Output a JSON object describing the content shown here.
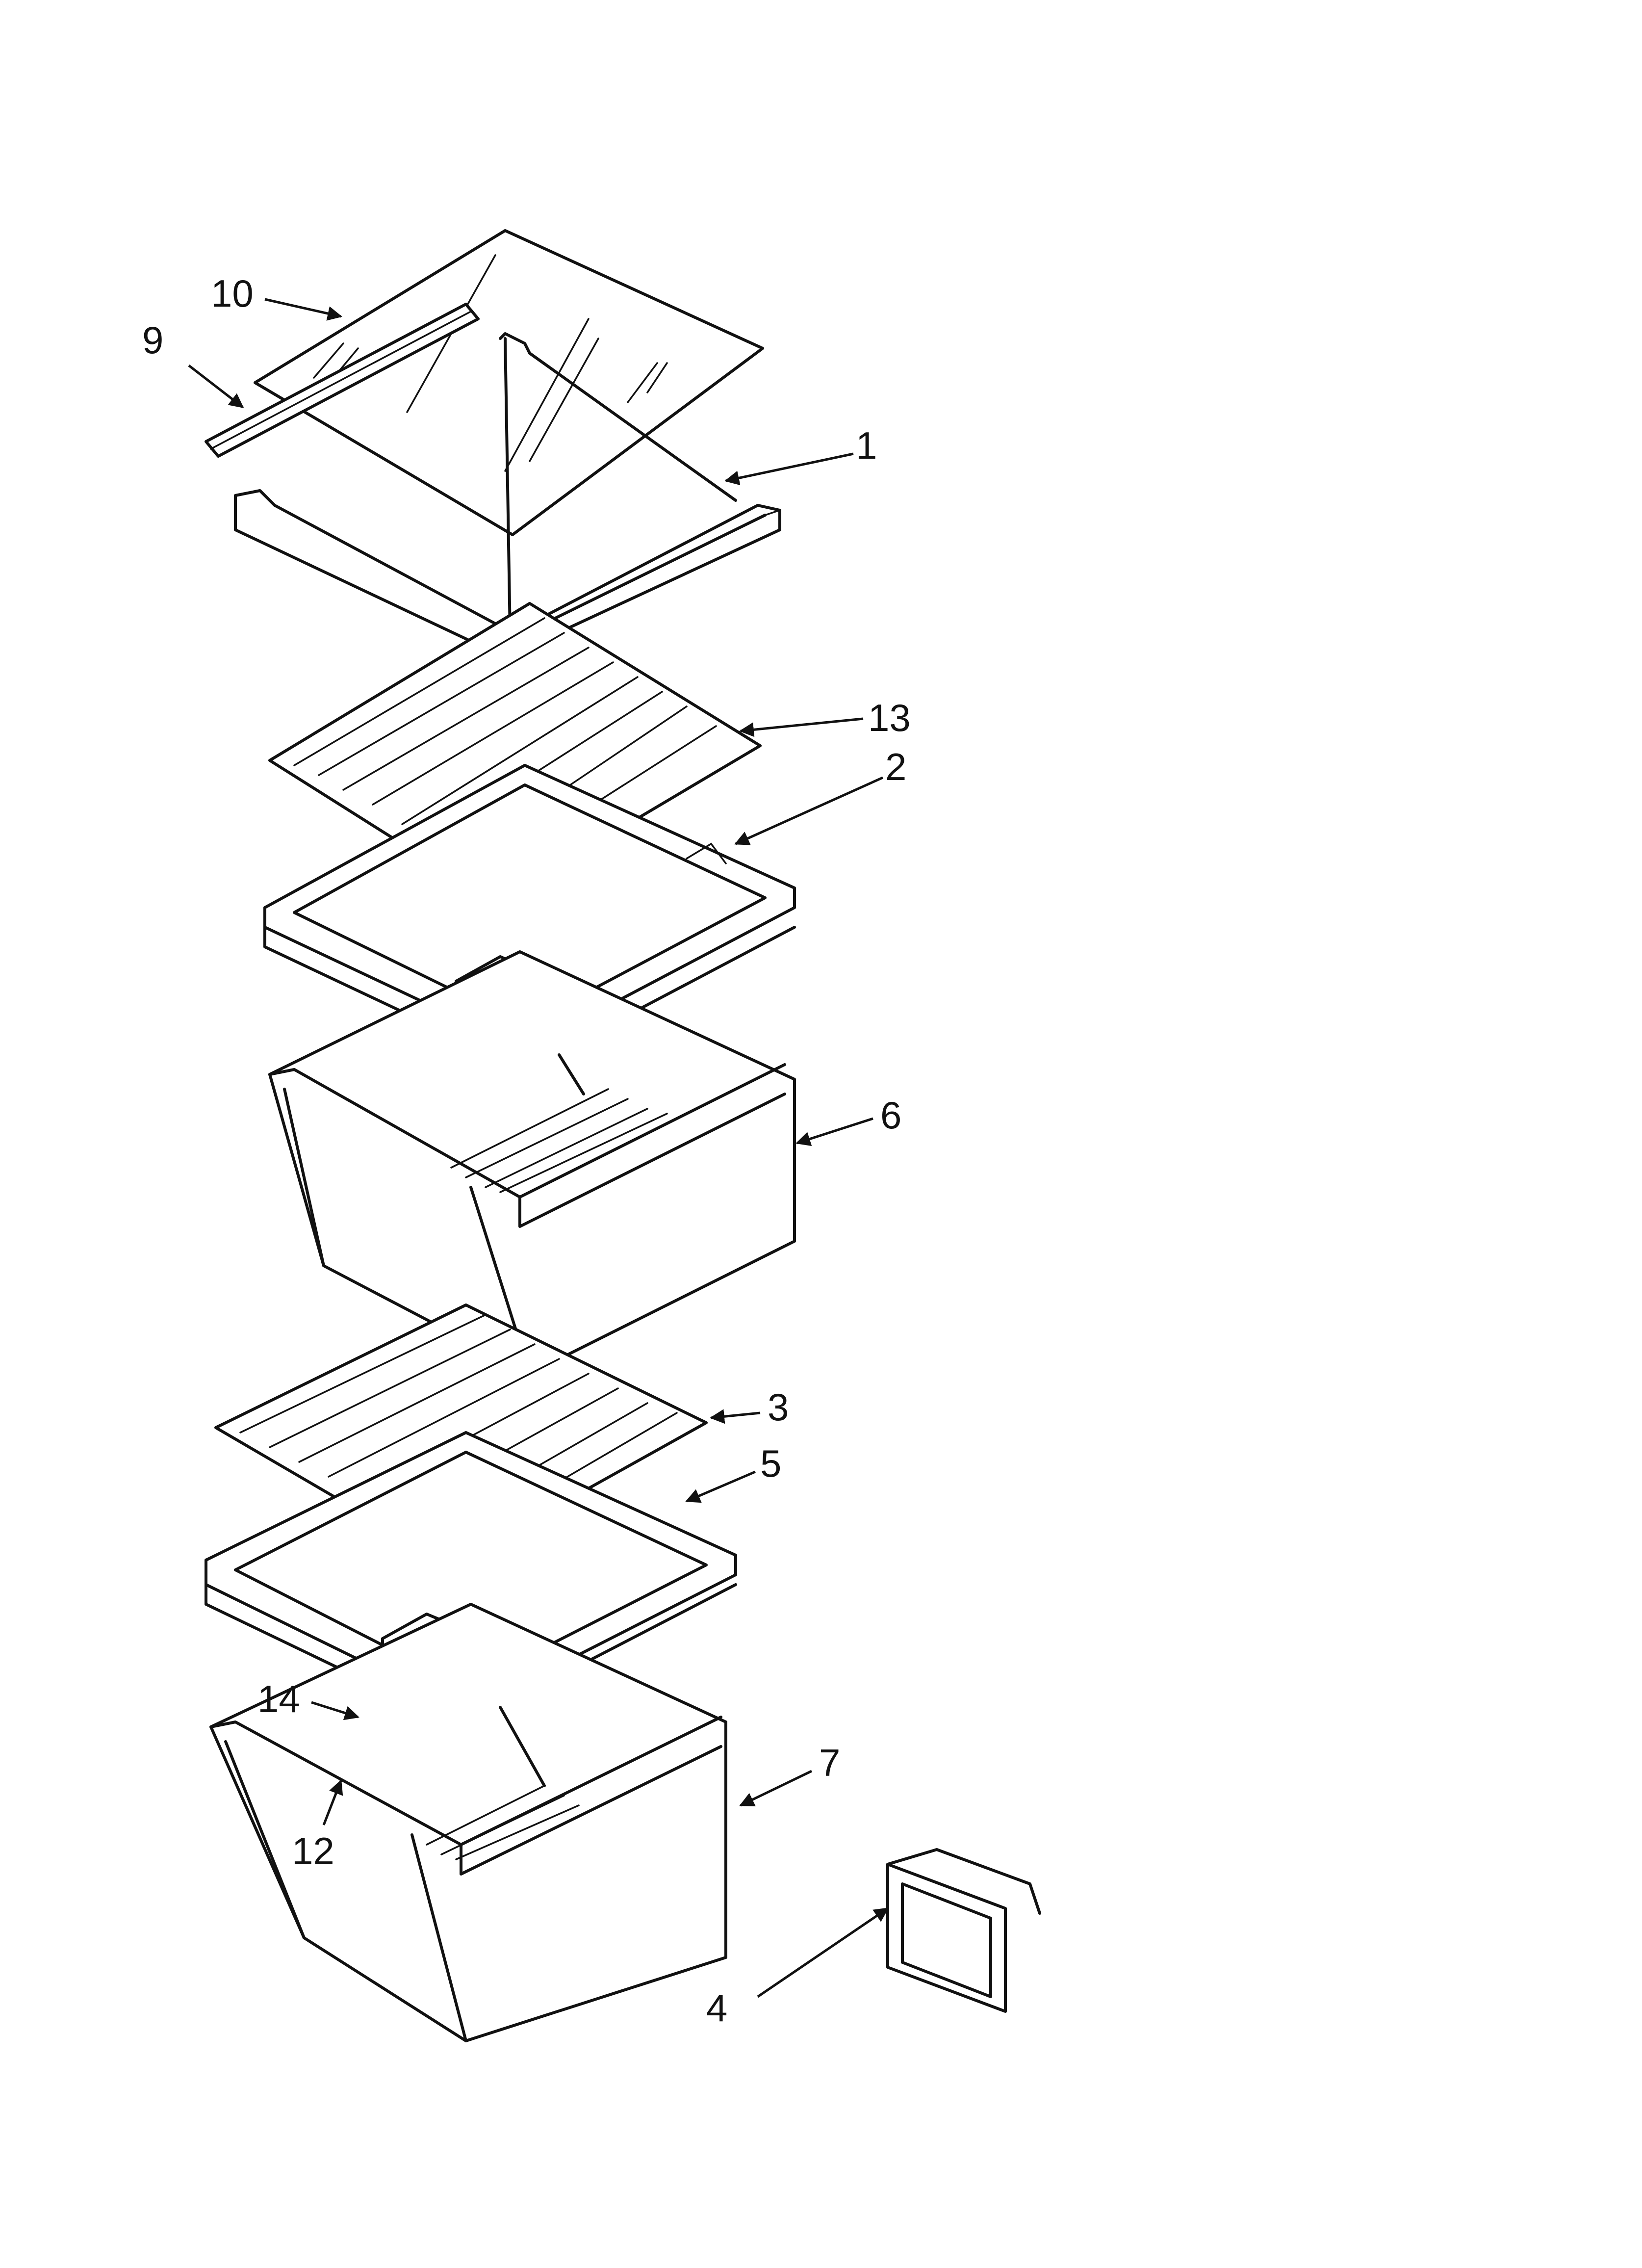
{
  "callouts": [
    {
      "id": "10",
      "text": "10"
    },
    {
      "id": "9",
      "text": "9"
    },
    {
      "id": "1",
      "text": "1"
    },
    {
      "id": "13",
      "text": "13"
    },
    {
      "id": "2",
      "text": "2"
    },
    {
      "id": "6",
      "text": "6"
    },
    {
      "id": "3",
      "text": "3"
    },
    {
      "id": "5",
      "text": "5"
    },
    {
      "id": "14",
      "text": "14"
    },
    {
      "id": "7",
      "text": "7"
    },
    {
      "id": "12",
      "text": "12"
    },
    {
      "id": "4",
      "text": "4"
    }
  ],
  "line_color": "#111111",
  "background": "#ffffff"
}
